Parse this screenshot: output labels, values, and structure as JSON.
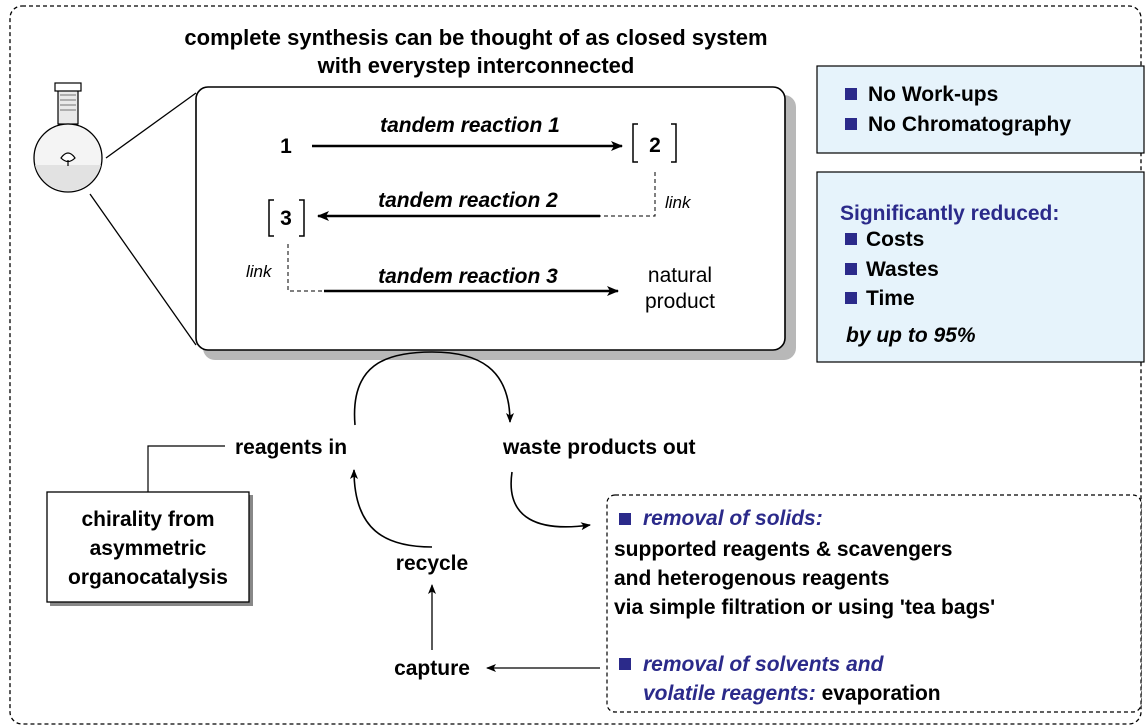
{
  "title": {
    "line1": "complete synthesis can be thought of as closed system",
    "line2": "with everystep interconnected"
  },
  "scheme": {
    "compound_1": "1",
    "compound_2": "2",
    "compound_3": "3",
    "reaction_1": "tandem reaction 1",
    "reaction_2": "tandem reaction 2",
    "reaction_3": "tandem reaction 3",
    "link_1": "link",
    "link_2": "link",
    "product_line1": "natural",
    "product_line2": "product"
  },
  "box_no": {
    "item1": "No Work-ups",
    "item2": "No Chromatography"
  },
  "box_reduced": {
    "heading": "Significantly reduced:",
    "items": [
      "Costs",
      "Wastes",
      "Time"
    ],
    "footer": "by up to 95%"
  },
  "cycle": {
    "reagents_in": "reagents in",
    "waste_out": "waste products out",
    "recycle": "recycle",
    "capture": "capture"
  },
  "chirality": {
    "line1": "chirality from",
    "line2": "asymmetric",
    "line3": "organocatalysis"
  },
  "removal": {
    "solids_heading": "removal of solids:",
    "solids_lines": [
      "supported reagents & scavengers",
      "and heterogenous reagents",
      "via simple filtration or using 'tea bags'"
    ],
    "solvents_heading_line1": "removal of solvents and",
    "solvents_heading_line2": "volatile reagents:",
    "solvents_suffix": "evaporation"
  },
  "colors": {
    "navy": "#2b2a8a",
    "panel_blue": "#e6f3fb",
    "shadow": "#b8b8b8"
  }
}
